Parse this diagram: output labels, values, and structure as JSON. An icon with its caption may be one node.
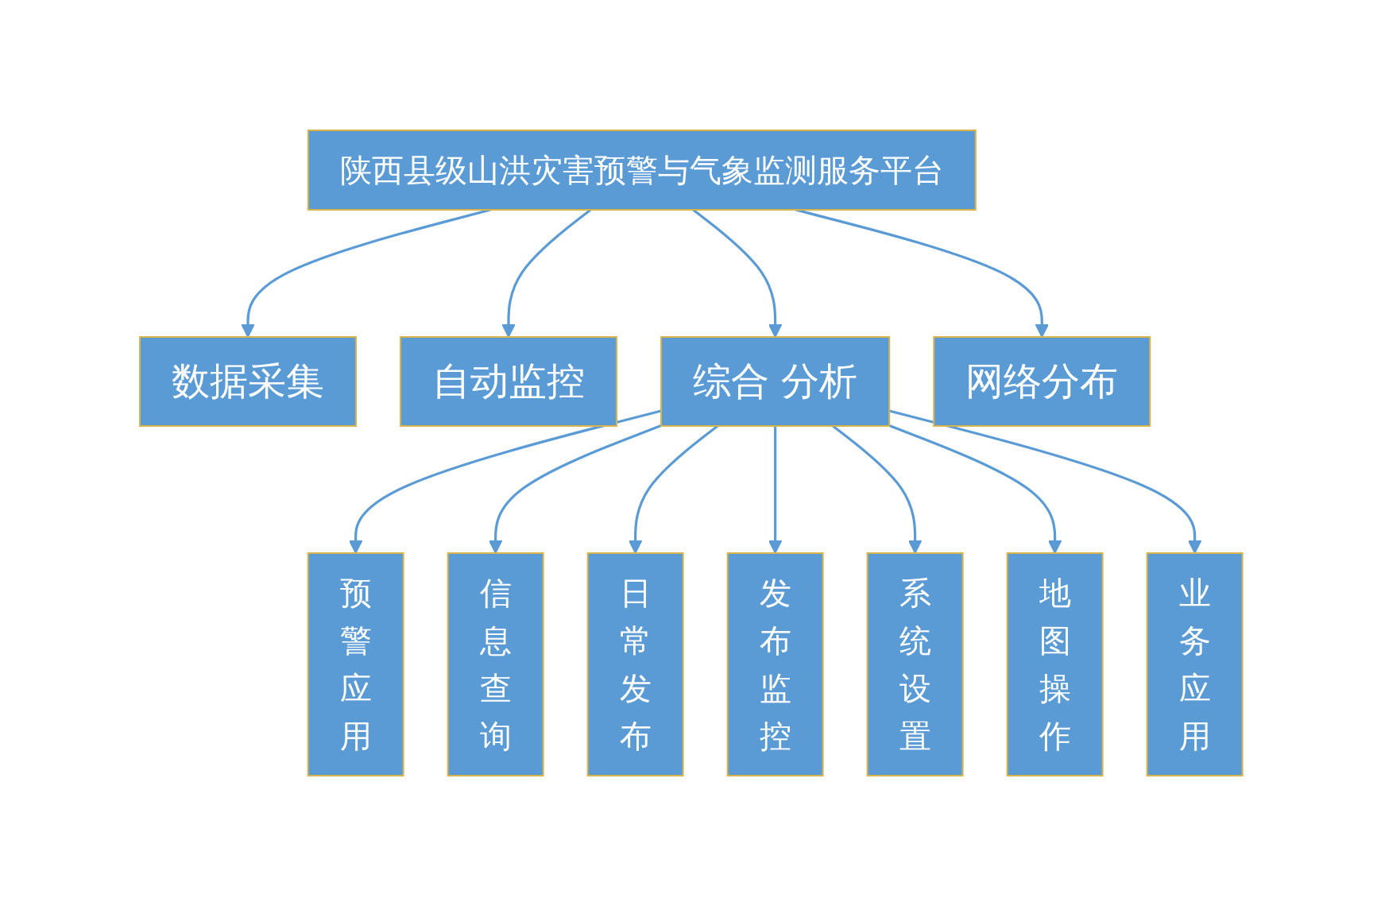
{
  "diagram": {
    "nodes": [
      {
        "text": [
          "陕西县级山洪灾害预警与气象监测服务平台"
        ]
      },
      {
        "text": [
          "数据采集"
        ]
      },
      {
        "text": [
          "自动监控"
        ]
      },
      {
        "text": [
          "综合 分析"
        ]
      },
      {
        "text": [
          "网络分布"
        ]
      },
      {
        "text": [
          "预警应用"
        ]
      },
      {
        "text": [
          "信息查询"
        ]
      },
      {
        "text": [
          "日常发布"
        ]
      },
      {
        "text": [
          "发布监控"
        ]
      },
      {
        "text": [
          "系统设置"
        ]
      },
      {
        "text": [
          "地图操作"
        ]
      },
      {
        "text": [
          "业务应用"
        ]
      }
    ],
    "edges": [
      {
        "from": 0,
        "to": 1,
        "arrow": "to"
      },
      {
        "from": 0,
        "to": 2,
        "arrow": "to"
      },
      {
        "from": 0,
        "to": 3,
        "arrow": "to"
      },
      {
        "from": 0,
        "to": 4,
        "arrow": "to"
      },
      {
        "from": 3,
        "to": 5,
        "arrow": "to"
      },
      {
        "from": 3,
        "to": 6,
        "arrow": "to"
      },
      {
        "from": 3,
        "to": 7,
        "arrow": "to"
      },
      {
        "from": 3,
        "to": 8,
        "arrow": "to"
      },
      {
        "from": 3,
        "to": 9,
        "arrow": "to"
      },
      {
        "from": 3,
        "to": 10,
        "arrow": "to"
      },
      {
        "from": 3,
        "to": 11,
        "arrow": "to"
      }
    ]
  }
}
